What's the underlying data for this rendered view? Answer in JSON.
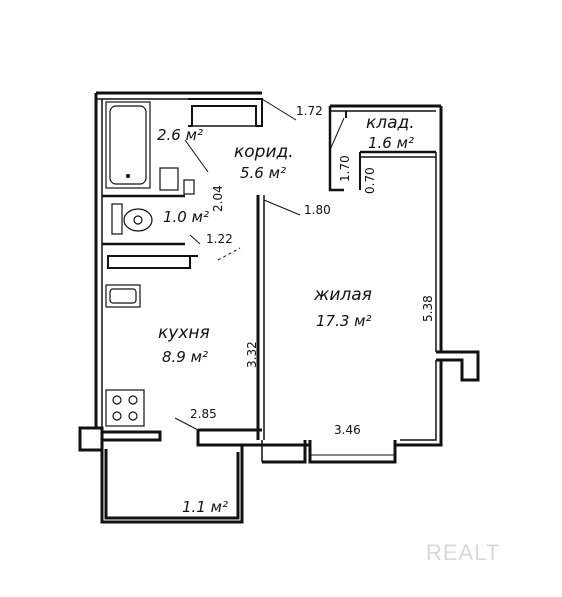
{
  "rooms": {
    "bathroom": {
      "area": "2.6 м²"
    },
    "toilet": {
      "area": "1.0 м²"
    },
    "corridor": {
      "name": "корид.",
      "area": "5.6 м²"
    },
    "storage": {
      "name": "клад.",
      "area": "1.6 м²"
    },
    "living": {
      "name": "жилая",
      "area": "17.3 м²"
    },
    "kitchen": {
      "name": "кухня",
      "area": "8.9 м²"
    },
    "balcony": {
      "area": "1.1 м²"
    }
  },
  "dimensions": {
    "corridor_top": "1.72",
    "storage_left": "1.70",
    "storage_wall": "0.70",
    "corridor_bottom": "1.80",
    "bath_diag": "2.04",
    "toilet_bottom": "1.22",
    "kitchen_height": "3.32",
    "kitchen_width": "2.85",
    "living_width": "3.46",
    "living_height": "5.38"
  },
  "watermark": "REALT",
  "colors": {
    "wall": "#111111",
    "fill": "#ffffff",
    "watermark": "#d8d8d8"
  }
}
